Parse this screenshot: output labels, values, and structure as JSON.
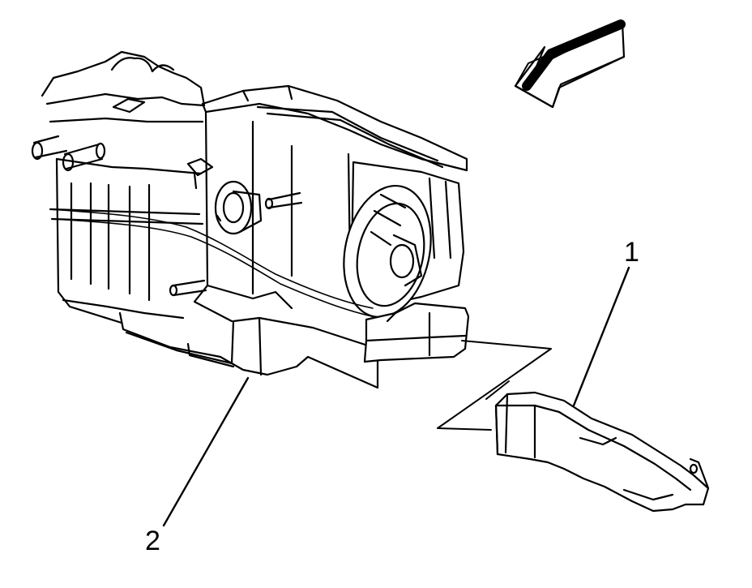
{
  "callouts": [
    {
      "label": "1",
      "part": "duct"
    },
    {
      "label": "2",
      "part": "heater-case-outlet"
    }
  ],
  "colors": {
    "line": "#000000",
    "background": "#ffffff"
  }
}
